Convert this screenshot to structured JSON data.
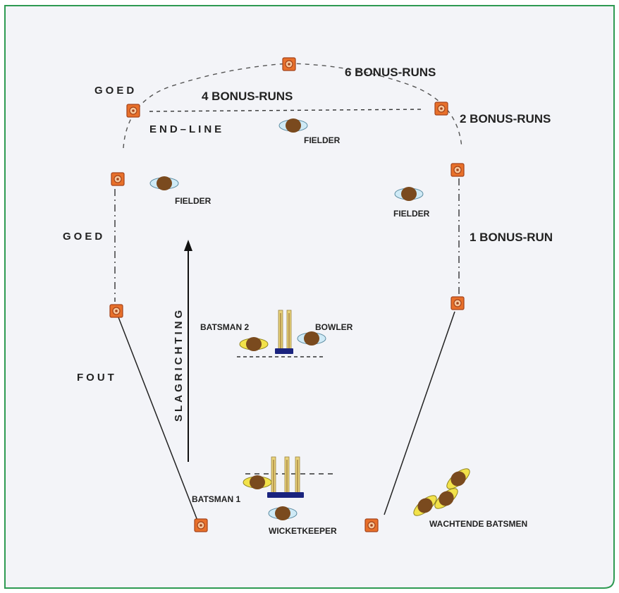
{
  "labels": {
    "six_bonus_runs": "6 BONUS-RUNS",
    "four_bonus_runs": "4 BONUS-RUNS",
    "two_bonus_runs": "2 BONUS-RUNS",
    "one_bonus_run": "1 BONUS-RUN",
    "goed_top": "GOED",
    "goed_side": "GOED",
    "fout": "FOUT",
    "end_line": "END–LINE",
    "slagrichting": "SLAGRICHTING",
    "fielder_top": "FIELDER",
    "fielder_left": "FIELDER",
    "fielder_right": "FIELDER",
    "batsman_2": "BATSMAN 2",
    "bowler": "BOWLER",
    "batsman_1": "BATSMAN 1",
    "wicketkeeper": "WICKETKEEPER",
    "wachtende_batsmen": "WACHTENDE BATSMEN"
  },
  "colors": {
    "frame_border": "#2e9a52",
    "frame_fill": "#f3f4f8",
    "marker_fill": "#e8702a",
    "marker_border": "#a3421a",
    "player_body": "#7a4a1e",
    "fielder_ring": "#bfe3f2",
    "batsman_ring": "#f2e24a",
    "wicket": "#e8d27a",
    "wicket_base": "#1a237e",
    "line": "#333333"
  }
}
